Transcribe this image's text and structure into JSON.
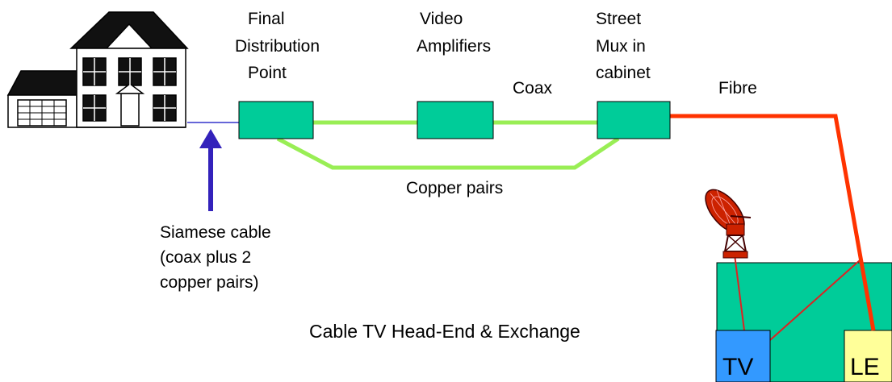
{
  "labels": {
    "final_distribution": [
      "Final",
      "Distribution",
      "Point"
    ],
    "video_amplifiers": [
      "Video",
      "Amplifiers"
    ],
    "street_mux": [
      "Street",
      "Mux in",
      "cabinet"
    ],
    "coax": "Coax",
    "fibre": "Fibre",
    "copper_pairs": "Copper pairs",
    "siamese": [
      "Siamese cable",
      "(coax plus 2",
      "copper pairs)"
    ],
    "headend": "Cable TV Head-End & Exchange",
    "tv": "TV",
    "le": "LE"
  },
  "colors": {
    "node": "#00cc99",
    "coax_line": "#99ee55",
    "fibre_line": "#ff3300",
    "internal_line": "#dd2222",
    "siamese_line": "#3333cc",
    "arrow": "#3322bb",
    "tv_box": "#3399ff",
    "le_box": "#ffff99",
    "headend": "#00cc99"
  },
  "icons": {
    "house": "house-icon",
    "dish": "satellite-dish-icon"
  }
}
